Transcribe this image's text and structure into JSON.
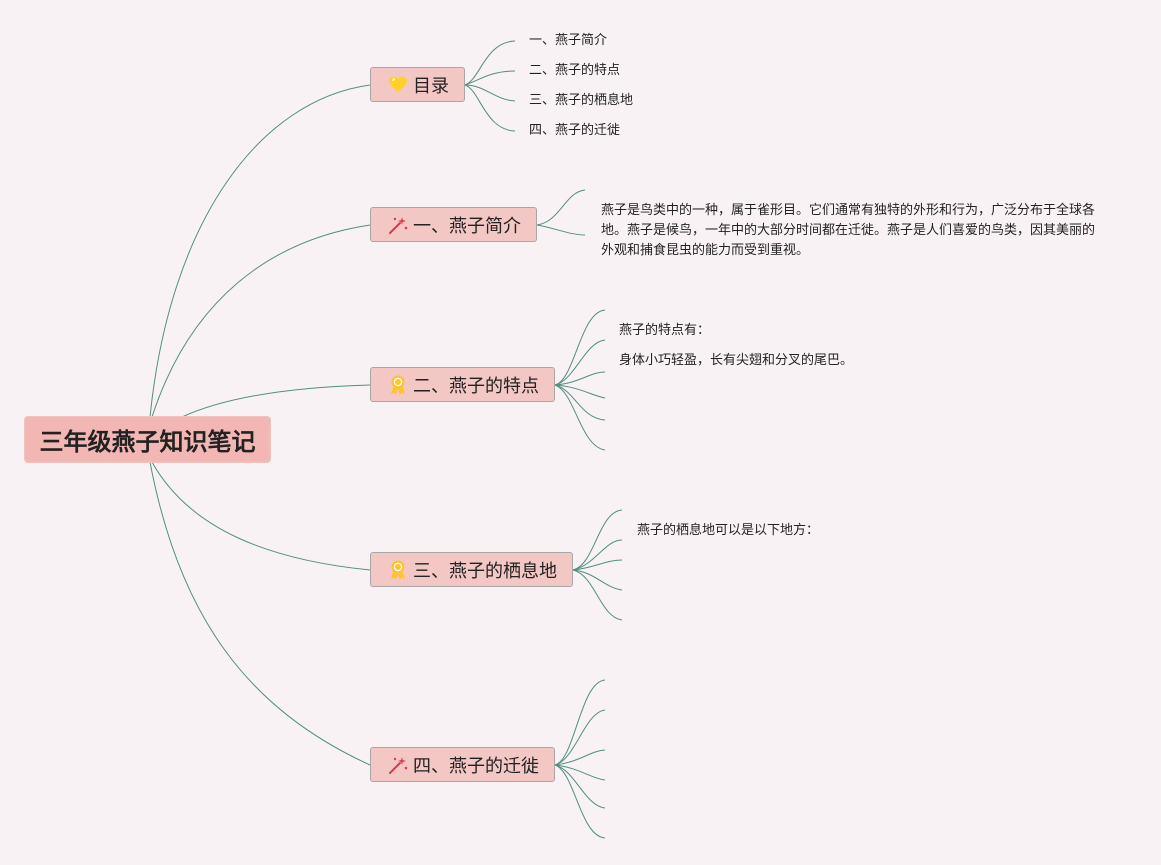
{
  "title": "三年级燕子知识笔记",
  "branches": [
    {
      "label": "目录",
      "icon": "heart-icon",
      "leaves": [
        "一、燕子简介",
        "二、燕子的特点",
        "三、燕子的栖息地",
        "四、燕子的迁徙"
      ]
    },
    {
      "label": "一、燕子简介",
      "icon": "sparkle-wand-icon",
      "text": "燕子是鸟类中的一种，属于雀形目。它们通常有独特的外形和行为，广泛分布于全球各地。燕子是候鸟，一年中的大部分时间都在迁徙。燕子是人们喜爱的鸟类，因其美丽的外观和捕食昆虫的能力而受到重视。"
    },
    {
      "label": "二、燕子的特点",
      "icon": "award-icon",
      "leaves": [
        "燕子的特点有：",
        "身体小巧轻盈，长有尖翅和分叉的尾巴。"
      ]
    },
    {
      "label": "三、燕子的栖息地",
      "icon": "award-icon",
      "leaves": [
        "燕子的栖息地可以是以下地方："
      ]
    },
    {
      "label": "四、燕子的迁徙",
      "icon": "sparkle-wand-icon",
      "leaves": []
    }
  ],
  "colors": {
    "background": "#f9f2f4",
    "root": "#f2b6b3",
    "branch": "#f3c7c4",
    "line": "#4f8f80"
  }
}
